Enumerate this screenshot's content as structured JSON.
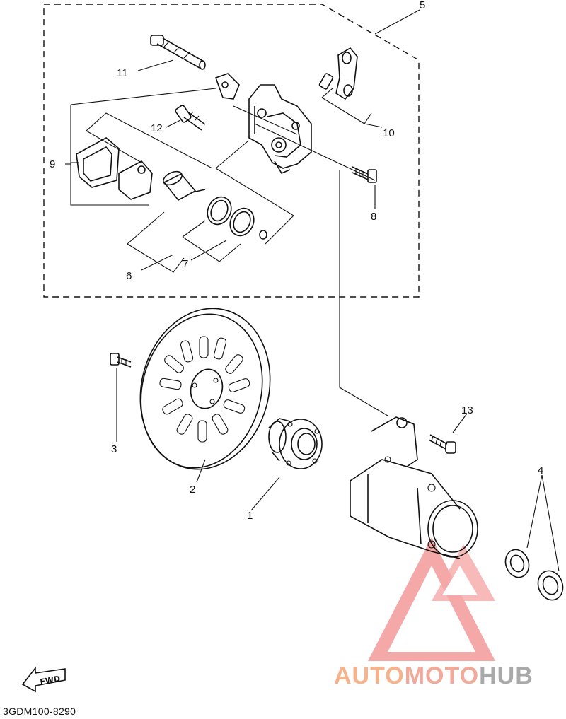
{
  "diagram": {
    "callouts": [
      "1",
      "2",
      "3",
      "4",
      "5",
      "6",
      "7",
      "8",
      "9",
      "10",
      "11",
      "12",
      "13"
    ],
    "fwd_label": "FWD",
    "diagram_code": "3GDM100-8290"
  },
  "watermark": {
    "part1": "AUTO",
    "part2": "MOTO",
    "part3": "HUB",
    "colors": {
      "auto": "#f6b28a",
      "moto": "#f2a99a",
      "hub": "#a9a9a9",
      "logo": "#f28b8b"
    }
  }
}
